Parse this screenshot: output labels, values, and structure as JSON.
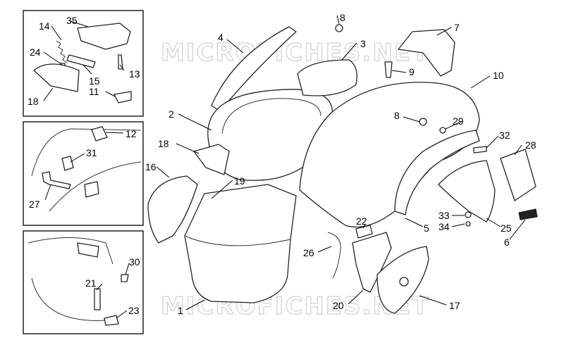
{
  "watermark_text": "MICROFICHES.NET",
  "callouts": {
    "c1": "1",
    "c2": "2",
    "c3": "3",
    "c4": "4",
    "c5": "5",
    "c6": "6",
    "c7": "7",
    "c8a": "8",
    "c8b": "8",
    "c9": "9",
    "c10": "10",
    "c11": "11",
    "c12": "12",
    "c13": "13",
    "c14": "14",
    "c15": "15",
    "c16": "16",
    "c17": "17",
    "c18a": "18",
    "c18b": "18",
    "c19": "19",
    "c20": "20",
    "c21": "21",
    "c22": "22",
    "c23": "23",
    "c24": "24",
    "c25": "25",
    "c26": "26",
    "c27": "27",
    "c28": "28",
    "c29": "29",
    "c30": "30",
    "c31": "31",
    "c32": "32",
    "c33": "33",
    "c34": "34",
    "c35": "35"
  },
  "colors": {
    "line": "#222222",
    "watermark": "#d6d6d6"
  }
}
